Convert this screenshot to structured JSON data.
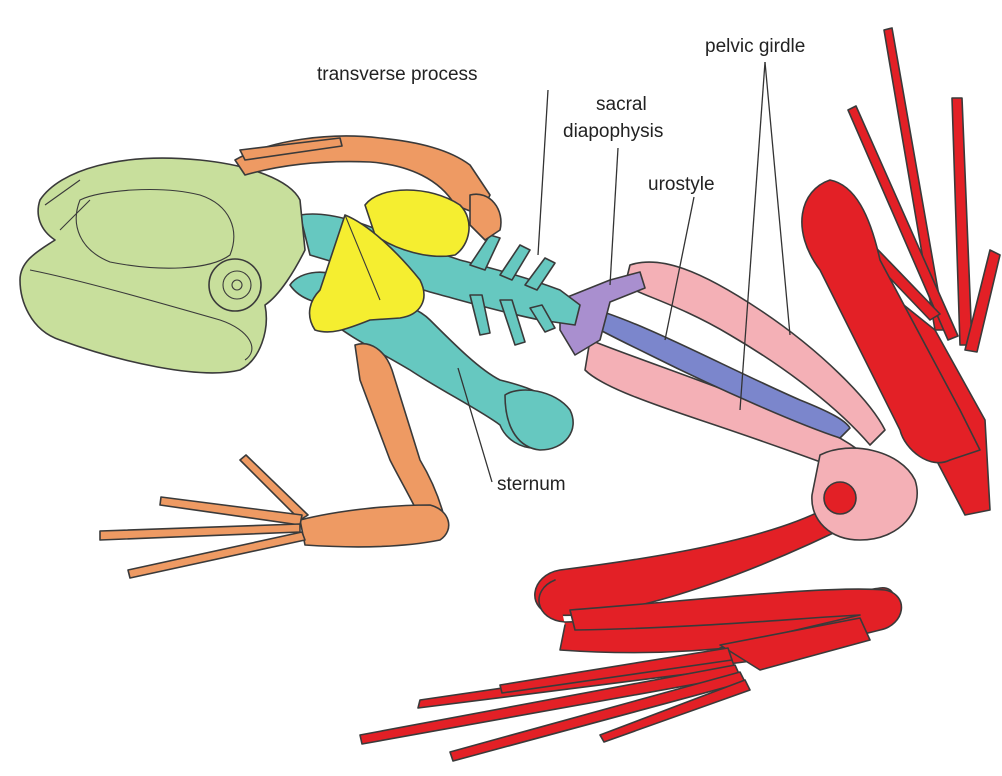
{
  "labels": {
    "transverse_process": "transverse process",
    "sacral_diapophysis_line1": "sacral",
    "sacral_diapophysis_line2": "diapophysis",
    "urostyle": "urostyle",
    "pelvic_girdle": "pelvic girdle",
    "sternum": "sternum"
  },
  "colors": {
    "skull": "#c8df9c",
    "forelimb": "#ee9a63",
    "scapula": "#f5ee30",
    "axial": "#66c8c0",
    "sacral": "#a98fcf",
    "urostyle": "#7b86cc",
    "pelvis": "#f4b0b6",
    "hindlimb": "#e32026"
  }
}
